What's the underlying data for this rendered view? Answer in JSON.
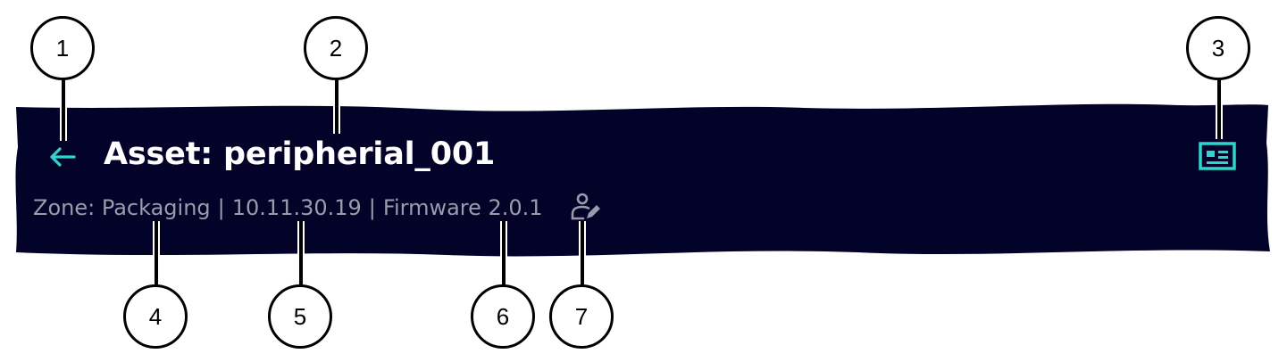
{
  "header": {
    "title": "Asset: peripherial_001",
    "back_icon": "arrow-left-icon",
    "info_icon": "id-card-icon",
    "edit_icon": "user-edit-icon"
  },
  "meta": {
    "zone": "Zone: Packaging",
    "separator": "|",
    "ip_address": "10.11.30.19",
    "firmware": "Firmware 2.0.1"
  },
  "callouts": [
    "1",
    "2",
    "3",
    "4",
    "5",
    "6",
    "7"
  ],
  "colors": {
    "banner_background": "#03032a",
    "accent": "#2ed5cf",
    "title_text": "#ffffff",
    "meta_text": "#9b9bab",
    "callout_border": "#000000",
    "callout_fill": "#ffffff"
  }
}
